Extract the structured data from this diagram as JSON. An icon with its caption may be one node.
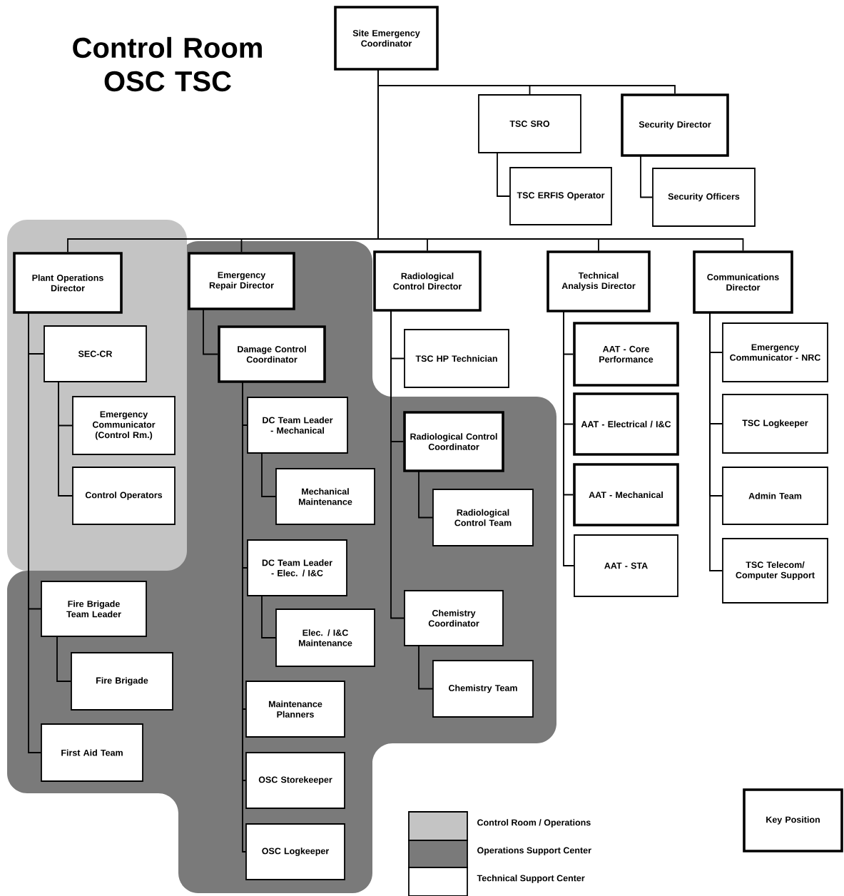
{
  "diagram": {
    "title": "Control Room OSC TSC",
    "nodes": [
      {
        "text": [
          "Site Emergency Coordinator"
        ]
      },
      {
        "text": [
          "TSC SRO"
        ]
      },
      {
        "text": [
          "Security Director"
        ]
      },
      {
        "text": [
          "TSC ERFIS Operator"
        ]
      },
      {
        "text": [
          "Security Officers"
        ]
      },
      {
        "text": [
          "Plant Operations Director"
        ]
      },
      {
        "text": [
          "Emergency Repair Director"
        ]
      },
      {
        "text": [
          "Radiological Control Director"
        ]
      },
      {
        "text": [
          "Technical Analysis Director"
        ]
      },
      {
        "text": [
          "Communications Director"
        ]
      },
      {
        "text": [
          "SEC-CR"
        ]
      },
      {
        "text": [
          "Emergency Communicator (Control Rm.)"
        ]
      },
      {
        "text": [
          "Control Operators"
        ]
      },
      {
        "text": [
          "Damage Control Coordinator"
        ]
      },
      {
        "text": [
          "DC Team Leader - Mechanical"
        ]
      },
      {
        "text": [
          "Mechanical Maintenance"
        ]
      },
      {
        "text": [
          "DC Team Leader - Elec. / I&C"
        ]
      },
      {
        "text": [
          "Elec. / I&C Maintenance"
        ]
      },
      {
        "text": [
          "Maintenance Planners"
        ]
      },
      {
        "text": [
          "OSC Storekeeper"
        ]
      },
      {
        "text": [
          "OSC Logkeeper"
        ]
      },
      {
        "text": [
          "Fire Brigade Team Leader"
        ]
      },
      {
        "text": [
          "Fire Brigade"
        ]
      },
      {
        "text": [
          "First Aid Team"
        ]
      },
      {
        "text": [
          "TSC HP Technician"
        ]
      },
      {
        "text": [
          "Radiological Control Coordinator"
        ]
      },
      {
        "text": [
          "Radiological Control Team"
        ]
      },
      {
        "text": [
          "Chemistry Coordinator"
        ]
      },
      {
        "text": [
          "Chemistry Team"
        ]
      },
      {
        "text": [
          "AAT - Core Performance"
        ]
      },
      {
        "text": [
          "AAT - Electrical / I&C"
        ]
      },
      {
        "text": [
          "AAT - Mechanical"
        ]
      },
      {
        "text": [
          "AAT - STA"
        ]
      },
      {
        "text": [
          "Emergency Communicator - NRC"
        ]
      },
      {
        "text": [
          "TSC Logkeeper"
        ]
      },
      {
        "text": [
          "Admin Team"
        ]
      },
      {
        "text": [
          "TSC Telecom/ Computer Support"
        ]
      },
      {
        "text": [
          "Key Position"
        ]
      }
    ],
    "edges": [
      {
        "from": 0,
        "to": 1,
        "arrow": "none"
      },
      {
        "from": 0,
        "to": 2,
        "arrow": "none"
      },
      {
        "from": 1,
        "to": 3,
        "arrow": "none"
      },
      {
        "from": 2,
        "to": 4,
        "arrow": "none"
      },
      {
        "from": 0,
        "to": 5,
        "arrow": "none"
      },
      {
        "from": 0,
        "to": 6,
        "arrow": "none"
      },
      {
        "from": 0,
        "to": 7,
        "arrow": "none"
      },
      {
        "from": 0,
        "to": 8,
        "arrow": "none"
      },
      {
        "from": 0,
        "to": 9,
        "arrow": "none"
      },
      {
        "from": 5,
        "to": 10,
        "arrow": "none"
      },
      {
        "from": 10,
        "to": 11,
        "arrow": "none"
      },
      {
        "from": 10,
        "to": 12,
        "arrow": "none"
      },
      {
        "from": 5,
        "to": 21,
        "arrow": "none"
      },
      {
        "from": 21,
        "to": 22,
        "arrow": "none"
      },
      {
        "from": 5,
        "to": 23,
        "arrow": "none"
      },
      {
        "from": 6,
        "to": 13,
        "arrow": "none"
      },
      {
        "from": 13,
        "to": 14,
        "arrow": "none"
      },
      {
        "from": 14,
        "to": 15,
        "arrow": "none"
      },
      {
        "from": 13,
        "to": 16,
        "arrow": "none"
      },
      {
        "from": 16,
        "to": 17,
        "arrow": "none"
      },
      {
        "from": 13,
        "to": 18,
        "arrow": "none"
      },
      {
        "from": 13,
        "to": 19,
        "arrow": "none"
      },
      {
        "from": 13,
        "to": 20,
        "arrow": "none"
      },
      {
        "from": 7,
        "to": 24,
        "arrow": "none"
      },
      {
        "from": 7,
        "to": 25,
        "arrow": "none"
      },
      {
        "from": 25,
        "to": 26,
        "arrow": "none"
      },
      {
        "from": 7,
        "to": 27,
        "arrow": "none"
      },
      {
        "from": 27,
        "to": 28,
        "arrow": "none"
      },
      {
        "from": 8,
        "to": 29,
        "arrow": "none"
      },
      {
        "from": 8,
        "to": 30,
        "arrow": "none"
      },
      {
        "from": 8,
        "to": 31,
        "arrow": "none"
      },
      {
        "from": 8,
        "to": 32,
        "arrow": "none"
      },
      {
        "from": 9,
        "to": 33,
        "arrow": "none"
      },
      {
        "from": 9,
        "to": 34,
        "arrow": "none"
      },
      {
        "from": 9,
        "to": 35,
        "arrow": "none"
      },
      {
        "from": 9,
        "to": 36,
        "arrow": "none"
      }
    ],
    "legend": [
      {
        "text": "Control Room / Operations",
        "color": "#c4c4c4"
      },
      {
        "text": "Operations Support Center",
        "color": "#7a7a7a"
      },
      {
        "text": "Technical Support Center",
        "color": "#ffffff"
      }
    ]
  }
}
